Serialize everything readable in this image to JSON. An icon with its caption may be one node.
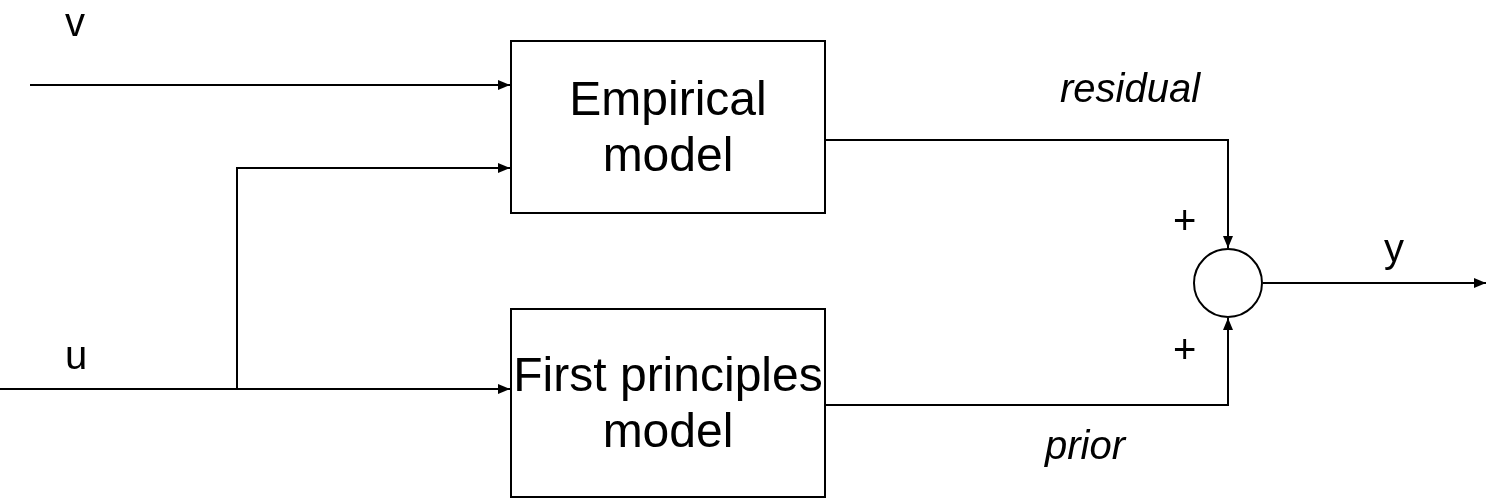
{
  "diagram": {
    "nodes": [
      {
        "text": [
          "Empirical model"
        ]
      },
      {
        "text": [
          "First principles model"
        ]
      },
      {
        "text": [],
        "shape": "circle"
      }
    ],
    "edges": [
      {
        "from": null,
        "to": 0,
        "arrow": "to",
        "label": "v"
      },
      {
        "from": null,
        "to": 0,
        "arrow": "to"
      },
      {
        "from": null,
        "to": 1,
        "arrow": "to",
        "label": "u"
      },
      {
        "from": 0,
        "to": 2,
        "arrow": "to",
        "label": "residual"
      },
      {
        "from": 1,
        "to": 2,
        "arrow": "to",
        "label": "prior"
      },
      {
        "from": 2,
        "to": null,
        "arrow": "to",
        "label": "y"
      }
    ],
    "labels": [
      "+",
      "+"
    ]
  }
}
